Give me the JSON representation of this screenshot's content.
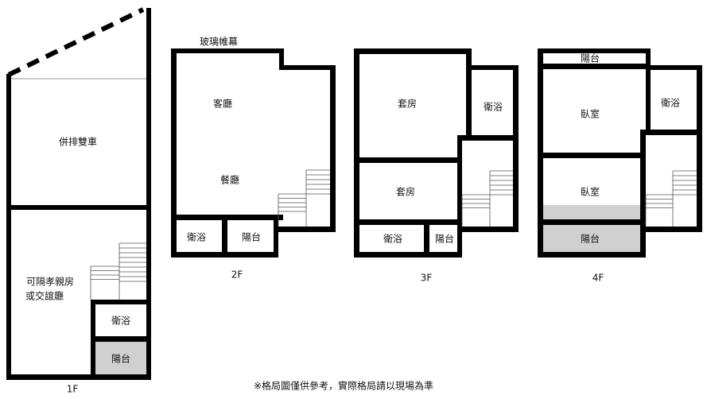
{
  "floors": {
    "f1": {
      "label": "1F",
      "garage": "併排雙車",
      "room_line1": "可隔孝親房",
      "room_line2": "或交誼廳",
      "bath": "衛浴",
      "balcony": "陽台"
    },
    "f2": {
      "label": "2F",
      "glass": "玻璃帷幕",
      "living": "客廳",
      "dining": "餐廳",
      "bath": "衛浴",
      "balcony": "陽台"
    },
    "f3": {
      "label": "3F",
      "suite1": "套房",
      "bath_top": "衛浴",
      "suite2": "套房",
      "bath_bottom": "衛浴",
      "balcony": "陽台"
    },
    "f4": {
      "label": "4F",
      "balcony_top": "陽台",
      "bedroom1": "臥室",
      "bath": "衛浴",
      "bedroom2": "臥室",
      "balcony_bottom": "陽台"
    }
  },
  "footnote": "※格局圖僅供參考，實際格局請以現場為準",
  "colors": {
    "wall": "#000000",
    "balcony_fill": "#d0d0d0"
  }
}
